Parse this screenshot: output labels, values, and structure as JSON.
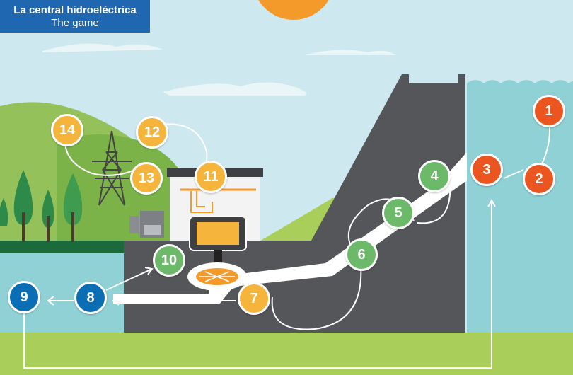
{
  "header": {
    "title": "La central hidroeléctrica",
    "subtitle": "The game"
  },
  "colors": {
    "sky": "#cde9ef",
    "water": "#8fd1d5",
    "grass": "#a9cf5a",
    "dark_grass": "#1b6a3a",
    "dam": "#555659",
    "pipe": "#ffffff",
    "red": "#ea5520",
    "green": "#6cb96a",
    "yellow": "#f5b43c",
    "blue": "#0b6eb5",
    "title_bg": "#1f67b1"
  },
  "nodes": [
    {
      "label": "1",
      "color": "red"
    },
    {
      "label": "2",
      "color": "red"
    },
    {
      "label": "3",
      "color": "red"
    },
    {
      "label": "4",
      "color": "green"
    },
    {
      "label": "5",
      "color": "green"
    },
    {
      "label": "6",
      "color": "green"
    },
    {
      "label": "7",
      "color": "yellow"
    },
    {
      "label": "8",
      "color": "blue"
    },
    {
      "label": "9",
      "color": "blue"
    },
    {
      "label": "10",
      "color": "green"
    },
    {
      "label": "11",
      "color": "yellow"
    },
    {
      "label": "12",
      "color": "yellow"
    },
    {
      "label": "13",
      "color": "yellow"
    },
    {
      "label": "14",
      "color": "yellow"
    }
  ]
}
